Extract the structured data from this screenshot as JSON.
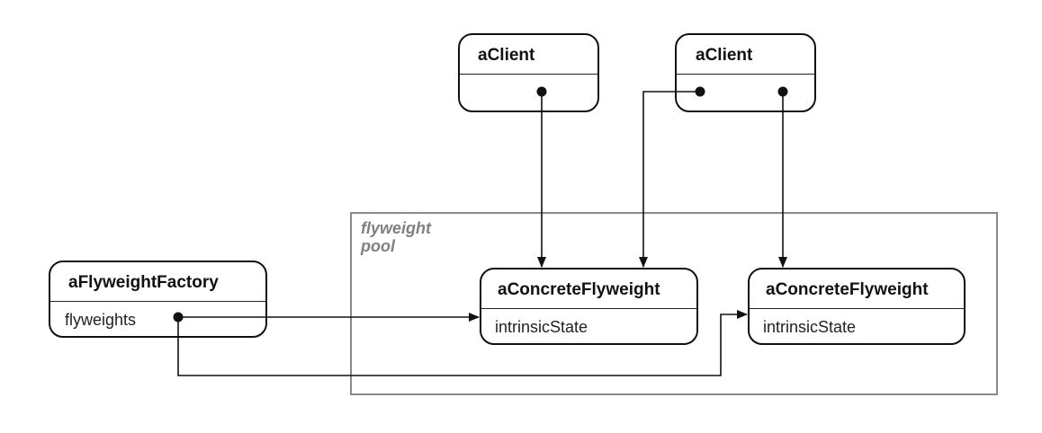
{
  "pool": {
    "label_line1": "flyweight",
    "label_line2": "pool"
  },
  "clients": [
    {
      "title": "aClient"
    },
    {
      "title": "aClient"
    }
  ],
  "factory": {
    "title": "aFlyweightFactory",
    "field": "flyweights"
  },
  "flyweights": [
    {
      "title": "aConcreteFlyweight",
      "field": "intrinsicState"
    },
    {
      "title": "aConcreteFlyweight",
      "field": "intrinsicState"
    }
  ]
}
